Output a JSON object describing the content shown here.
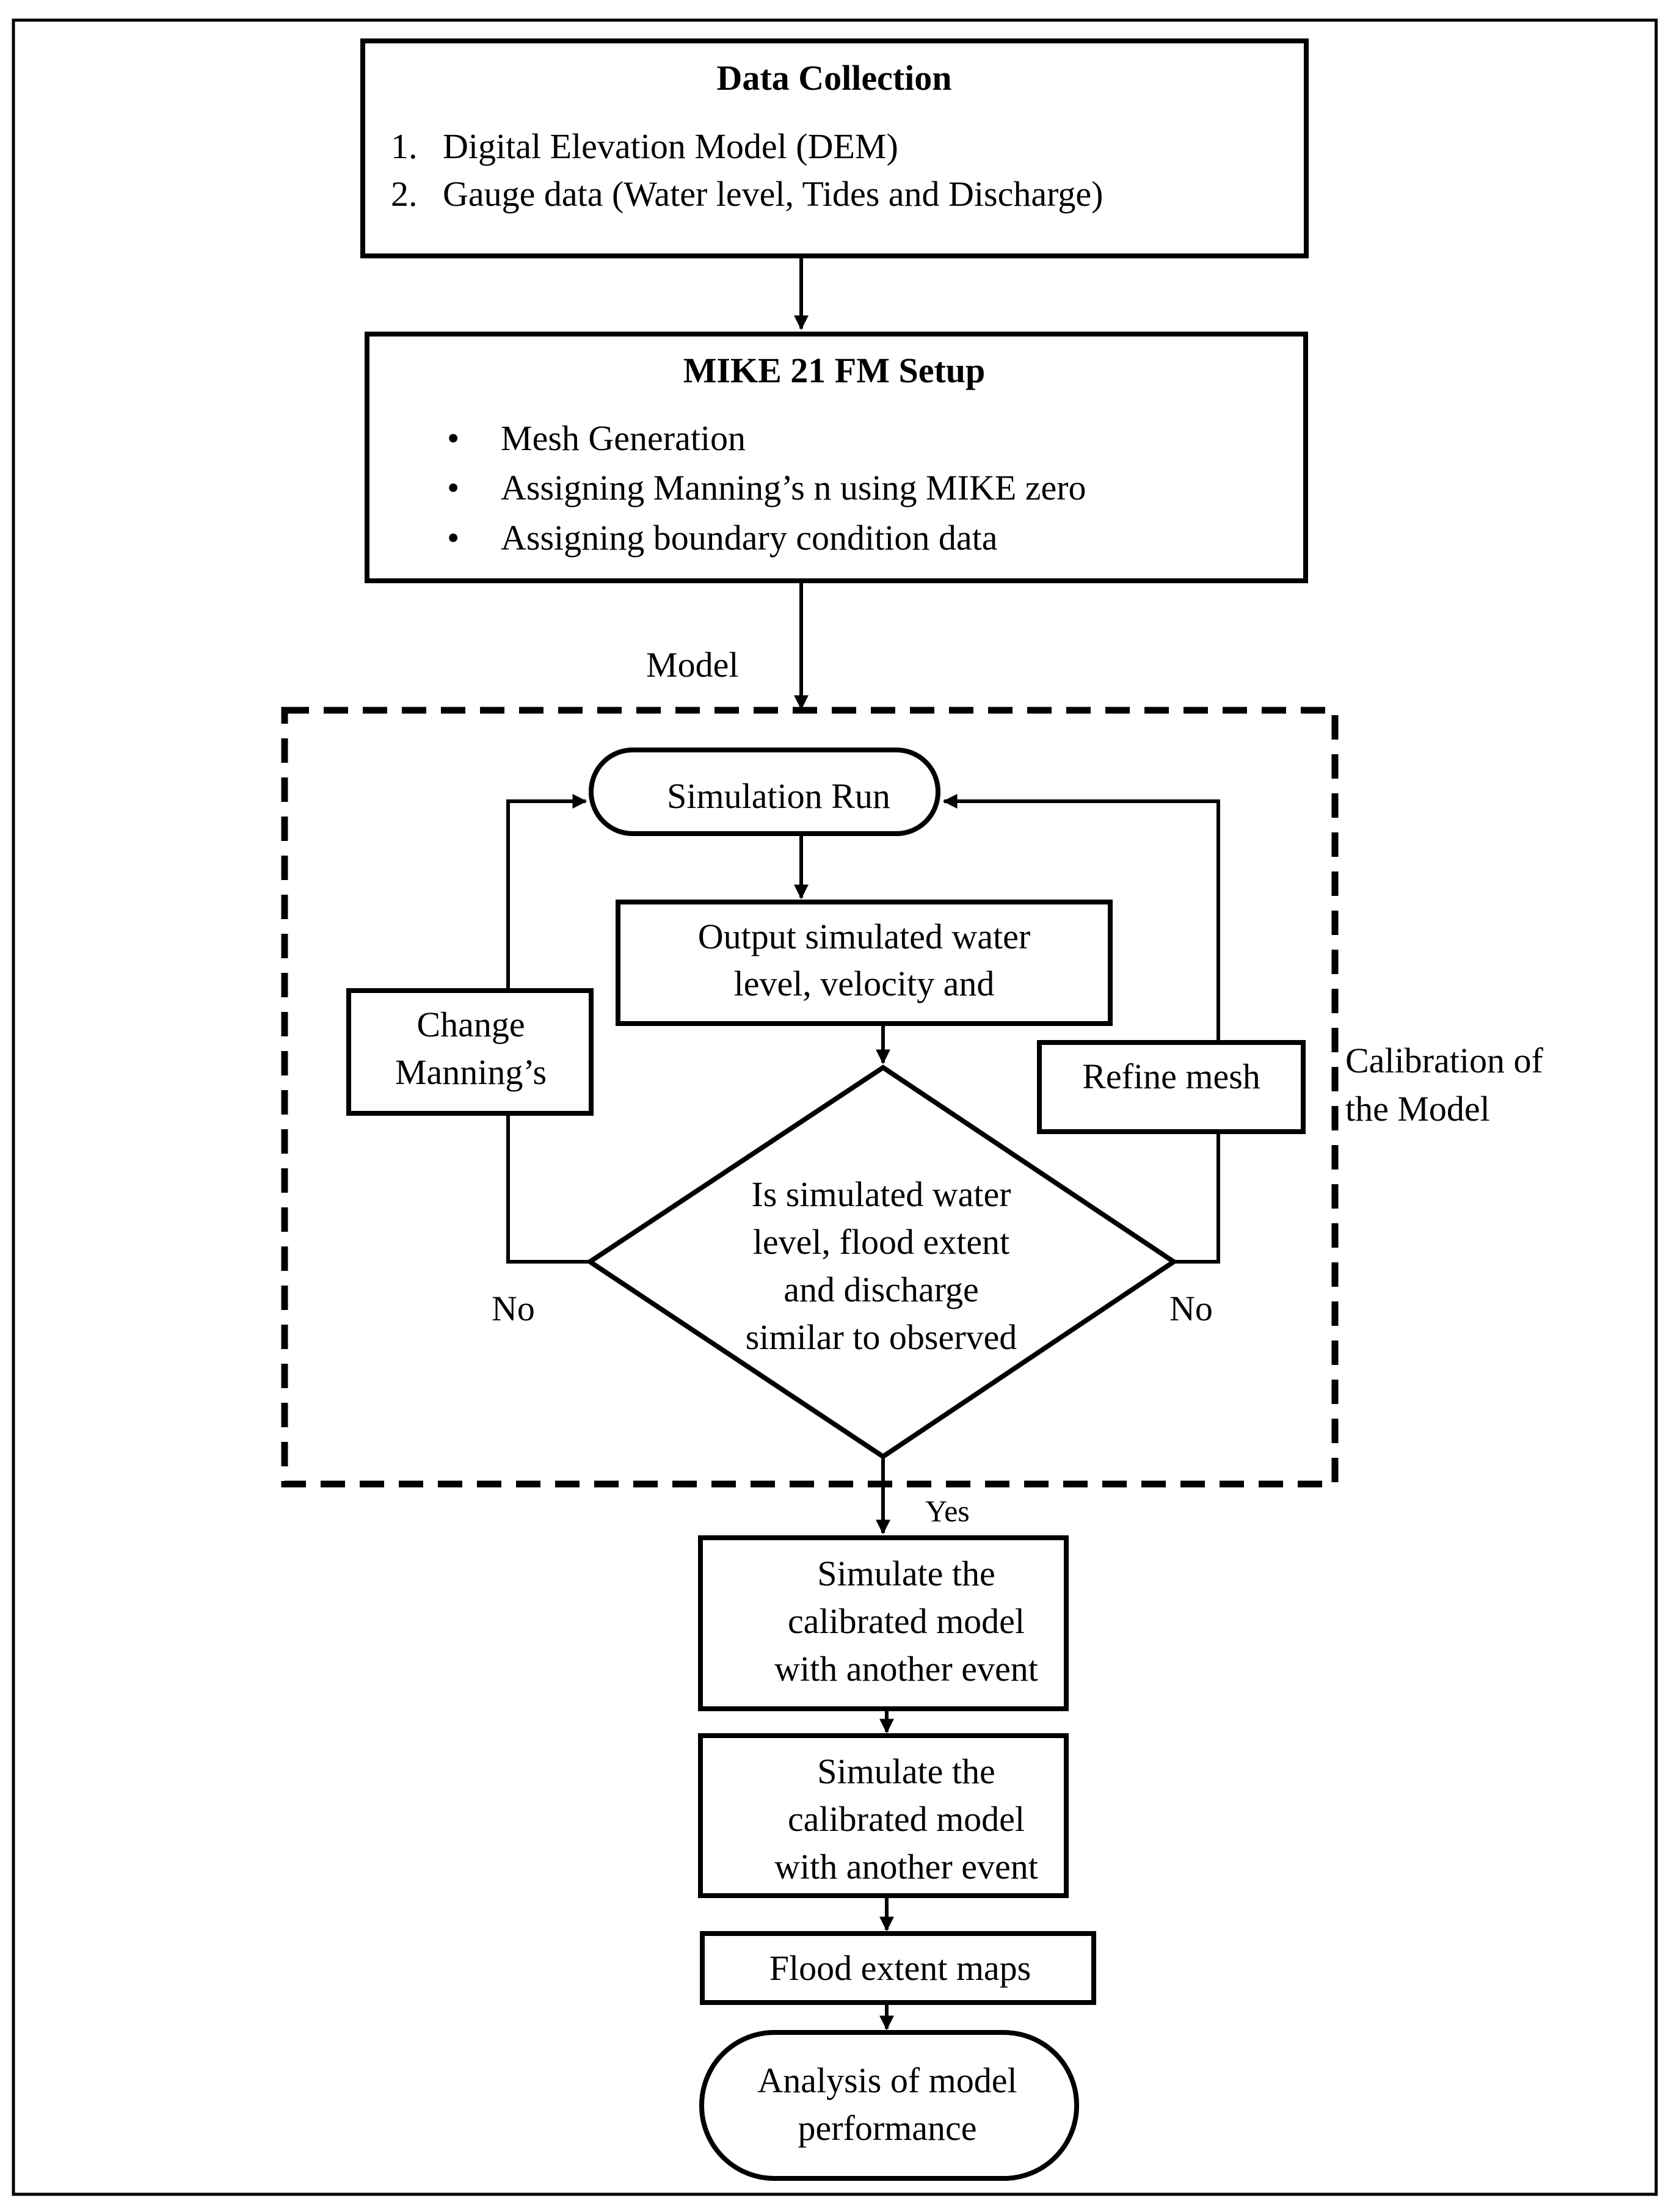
{
  "data_collection": {
    "title": "Data Collection",
    "items": [
      "Digital Elevation Model (DEM)",
      "Gauge data (Water level, Tides and Discharge)"
    ],
    "numbers": [
      "1.",
      "2."
    ]
  },
  "mike_setup": {
    "title": "MIKE 21 FM Setup",
    "items": [
      "Mesh Generation",
      "Assigning Manning’s  n  using MIKE zero",
      "Assigning boundary condition data"
    ],
    "bullet": "•"
  },
  "model_label": "Model",
  "calibration_label": [
    "Calibration of",
    "the Model"
  ],
  "simulation_run": "Simulation Run",
  "output_box": [
    "Output simulated water",
    "level, velocity and"
  ],
  "change_box": [
    "Change",
    "Manning’s"
  ],
  "refine_box": "Refine mesh",
  "decision": [
    "Is simulated water",
    "level, flood extent",
    "and discharge",
    "similar to observed"
  ],
  "no_left": "No",
  "no_right": "No",
  "yes_label": "Yes",
  "simulate_box_1": [
    "Simulate the",
    "calibrated model",
    "with another event"
  ],
  "simulate_box_2": [
    "Simulate the",
    "calibrated model",
    "with another event"
  ],
  "flood_box": "Flood extent maps",
  "analysis": [
    "Analysis of model",
    "performance"
  ]
}
